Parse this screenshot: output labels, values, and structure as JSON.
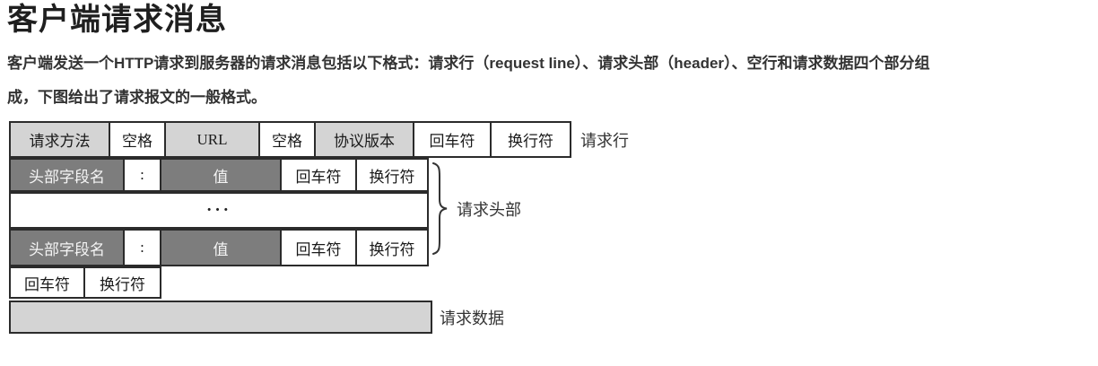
{
  "colors": {
    "cell_light": "#d4d4d4",
    "cell_dark": "#7d7d7d",
    "border": "#2b2b2b",
    "body_text": "#333333",
    "title_text": "#1f1f1f"
  },
  "header": {
    "title": "客户端请求消息"
  },
  "paragraph": {
    "line1": "客户端发送一个HTTP请求到服务器的请求消息包括以下格式：请求行（request line）、请求头部（header）、空行和请求数据四个部分组",
    "line2": "成，下图给出了请求报文的一般格式。"
  },
  "diagram": {
    "row_request_line": {
      "cells": [
        "请求方法",
        "空格",
        "URL",
        "空格",
        "协议版本",
        "回车符",
        "换行符"
      ],
      "side_label": "请求行"
    },
    "row_header_field_1": {
      "cells": [
        "头部字段名",
        ":",
        "值",
        "回车符",
        "换行符"
      ]
    },
    "row_ellipsis": {
      "cells": [
        "···"
      ]
    },
    "row_header_field_2": {
      "cells": [
        "头部字段名",
        ":",
        "值",
        "回车符",
        "换行符"
      ]
    },
    "row_blank_line": {
      "cells": [
        "回车符",
        "换行符"
      ]
    },
    "label_request_header": "请求头部",
    "label_request_data": "请求数据"
  }
}
